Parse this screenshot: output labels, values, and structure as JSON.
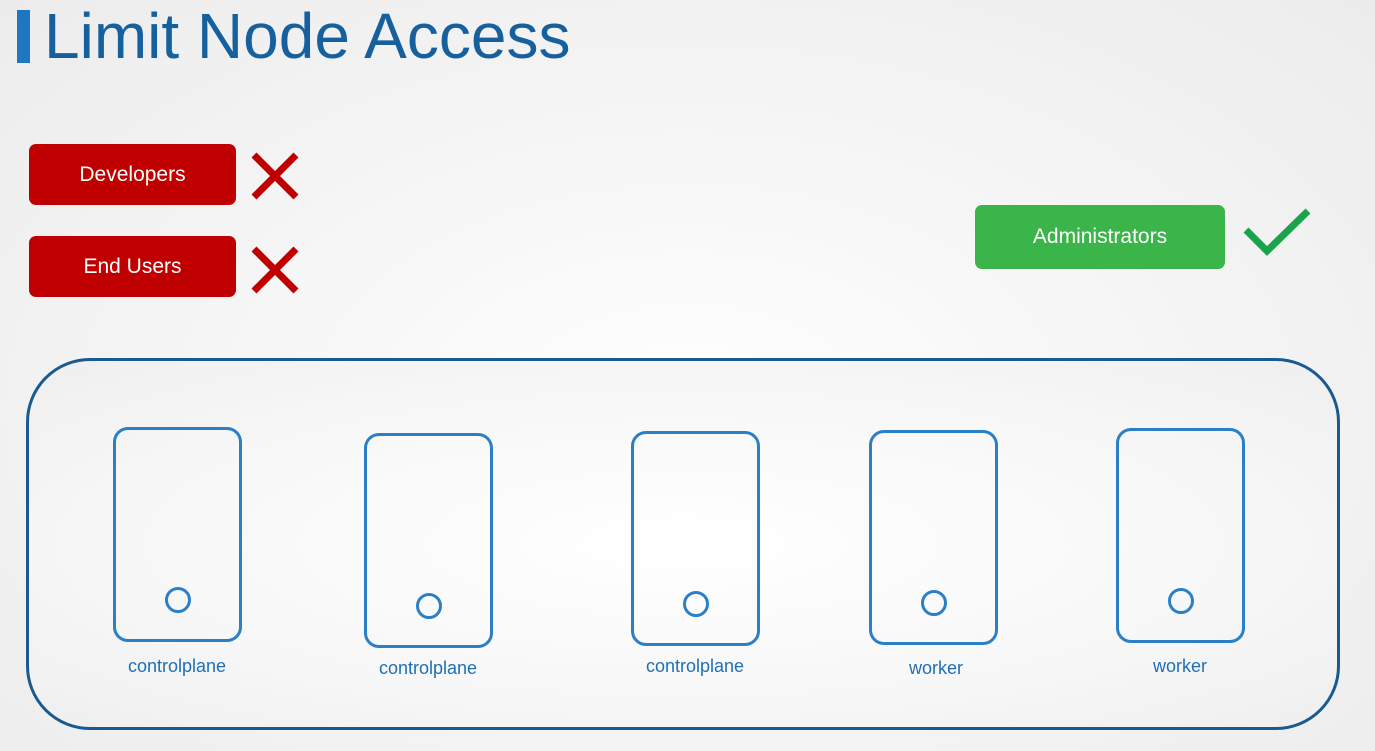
{
  "slide": {
    "title": "Limit Node Access"
  },
  "roles": {
    "denied": [
      {
        "label": "Developers",
        "mark_icon": "cross-icon"
      },
      {
        "label": "End Users",
        "mark_icon": "cross-icon"
      }
    ],
    "allowed": [
      {
        "label": "Administrators",
        "mark_icon": "checkmark-icon"
      }
    ]
  },
  "cluster": {
    "nodes": [
      {
        "label": "controlplane",
        "icon": "server-node-icon"
      },
      {
        "label": "controlplane",
        "icon": "server-node-icon"
      },
      {
        "label": "controlplane",
        "icon": "server-node-icon"
      },
      {
        "label": "worker",
        "icon": "server-node-icon"
      },
      {
        "label": "worker",
        "icon": "server-node-icon"
      }
    ]
  },
  "colors": {
    "title": "#17609e",
    "title_accent": "#1f77c4",
    "denied": "#c00000",
    "allowed": "#3bb54a",
    "check": "#1aa34a",
    "cluster_border": "#1a5a91",
    "node_stroke": "#2a7fc6",
    "node_label": "#1f6fb5"
  }
}
